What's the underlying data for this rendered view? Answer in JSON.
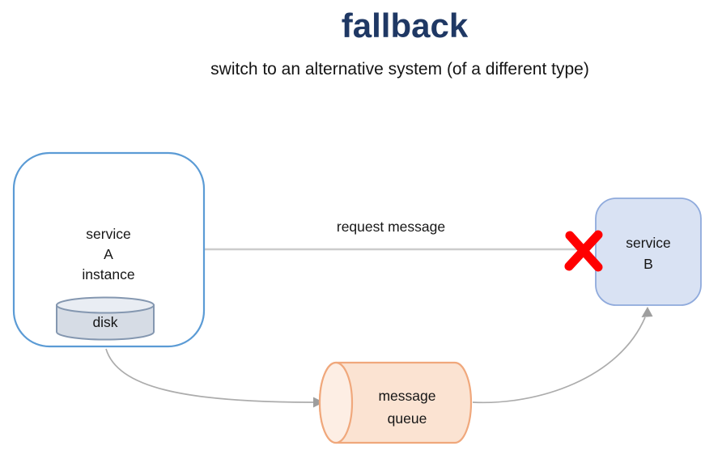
{
  "header": {
    "title": "fallback",
    "subtitle": "switch to an alternative system (of a different type)"
  },
  "nodes": {
    "service_a": {
      "label": "service\nA\ninstance",
      "shape": "rounded-rectangle"
    },
    "disk": {
      "label": "disk",
      "shape": "cylinder"
    },
    "service_b": {
      "label": "service\nB",
      "shape": "rounded-rectangle"
    },
    "message_queue": {
      "label": "message\nqueue",
      "shape": "horizontal-cylinder"
    }
  },
  "connections": {
    "request": {
      "label": "request message",
      "from": "service A instance",
      "to": "service B",
      "status": "failed",
      "status_icon": "red-x-icon"
    },
    "fallback_to_queue": {
      "from": "service A instance",
      "to": "message queue"
    },
    "queue_to_service_b": {
      "from": "message queue",
      "to": "service B"
    }
  },
  "colors": {
    "title_blue": "#1F3864",
    "text": "#161616",
    "service_a_fill": "#FFFFFF",
    "service_a_border": "#5B9BD5",
    "service_b_fill": "#D9E2F3",
    "service_b_border": "#8FAADC",
    "disk_fill": "#D6DCE5",
    "disk_cap_fill": "#E9EDF3",
    "disk_border": "#8497B0",
    "queue_fill": "#FBE3D2",
    "queue_cap_fill": "#FDEEE4",
    "queue_border": "#F0A87C",
    "request_line": "#CCCCCC",
    "connector": "#ACACAC",
    "arrowhead": "#9E9E9E",
    "failure_red": "#FF0000"
  }
}
